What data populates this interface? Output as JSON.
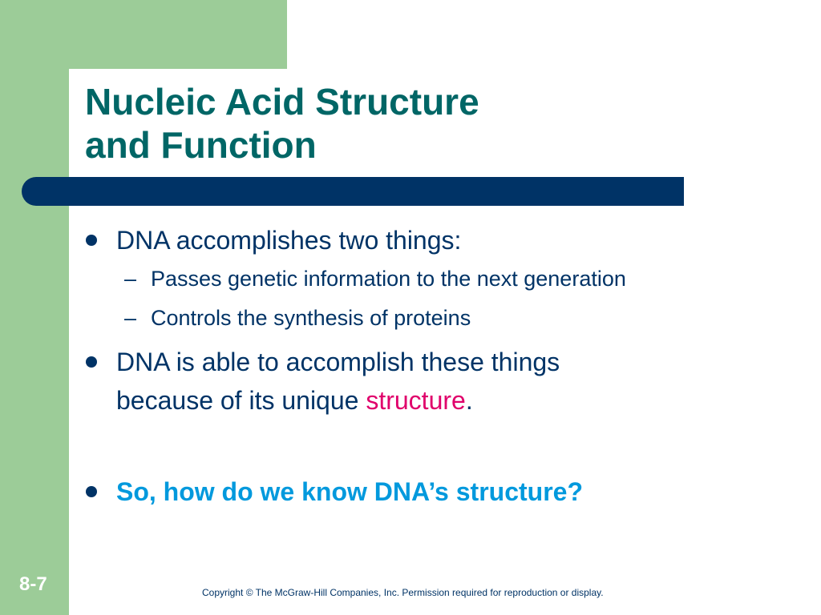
{
  "slide": {
    "title_line1": "Nucleic Acid Structure",
    "title_line2": "and Function",
    "slide_number": "8-7",
    "copyright": "Copyright © The McGraw-Hill Companies, Inc. Permission required for reproduction or display."
  },
  "bullets": [
    {
      "text": "DNA accomplishes two things:",
      "subpoints": [
        {
          "dash": "–",
          "text": "Passes genetic information to the next generation"
        },
        {
          "dash": "–",
          "text": "Controls the synthesis of proteins"
        }
      ]
    },
    {
      "line1": "DNA is able to accomplish these things",
      "line2_prefix": "because of its unique ",
      "line2_highlight": "structure",
      "line2_suffix": "."
    },
    {
      "text": "So, how do we know DNA’s structure?"
    }
  ],
  "colors": {
    "green": "#9ccc98",
    "navy": "#003366",
    "teal": "#006666",
    "magenta": "#e0006b",
    "blue": "#0099dd"
  }
}
